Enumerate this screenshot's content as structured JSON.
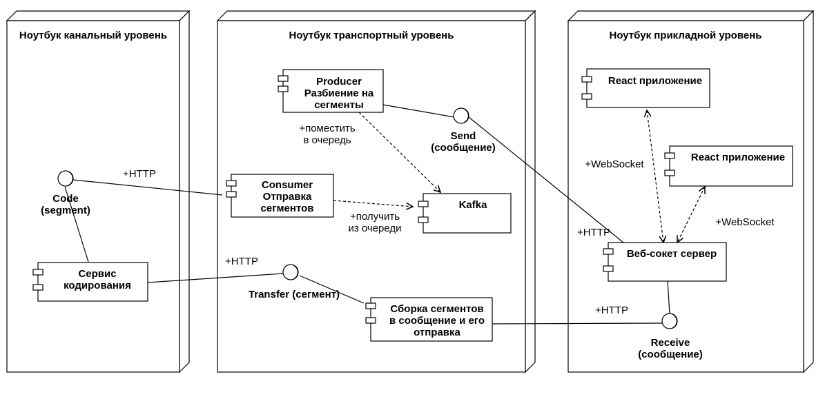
{
  "nodes": {
    "link": {
      "title": "Ноутбук канальный уровень"
    },
    "transport": {
      "title": "Ноутбук транспортный уровень"
    },
    "app": {
      "title": "Ноутбук прикладной уровень"
    }
  },
  "components": {
    "producer": {
      "lines": [
        "Producer",
        "Разбиение на",
        "сегменты"
      ]
    },
    "consumer": {
      "lines": [
        "Consumer",
        "Отправка",
        "сегментов"
      ]
    },
    "kafka": {
      "lines": [
        "Kafka"
      ]
    },
    "assembly": {
      "lines": [
        "Сборка сегментов",
        "в сообщение и его",
        "отправка"
      ]
    },
    "coding_service": {
      "lines": [
        "Сервис",
        "кодирования"
      ]
    },
    "react1": {
      "lines": [
        "React приложение"
      ]
    },
    "react2": {
      "lines": [
        "React приложение"
      ]
    },
    "ws_server": {
      "lines": [
        "Веб-сокет сервер"
      ]
    }
  },
  "interfaces": {
    "code": {
      "lines": [
        "Code",
        "(segment)"
      ]
    },
    "send": {
      "lines": [
        "Send",
        "(сообщение)"
      ]
    },
    "transfer": {
      "lines": [
        "Transfer (сегмент)"
      ]
    },
    "receive": {
      "lines": [
        "Receive",
        "(сообщение)"
      ]
    }
  },
  "labels": {
    "put": [
      "+поместить",
      "в очередь"
    ],
    "get": [
      "+получить",
      "из очереди"
    ],
    "http_code": "+HTTP",
    "http_transfer": "+HTTP",
    "http_ws": "+HTTP",
    "http_receive": "+HTTP",
    "websocket1": "+WebSocket",
    "websocket2": "+WebSocket"
  }
}
